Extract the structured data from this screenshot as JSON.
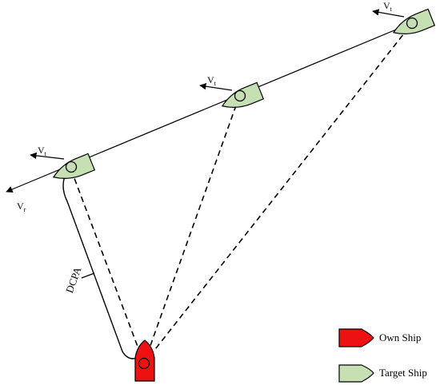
{
  "labels": {
    "v_t_1": {
      "main": "V",
      "sub": "t"
    },
    "v_t_2": {
      "main": "V",
      "sub": "t"
    },
    "v_t_3": {
      "main": "V",
      "sub": "t"
    },
    "v_r": {
      "main": "V",
      "sub": "r"
    },
    "dcpa": "DCPA"
  },
  "legend": {
    "own_ship": "Own Ship",
    "target_ship": "Target Ship"
  },
  "colors": {
    "own_ship": "#ee1111",
    "target_ship": "#c6e0b4",
    "line": "#000000"
  },
  "icons": {
    "own_ship": "own-ship-icon",
    "target_ship": "target-ship-icon"
  }
}
